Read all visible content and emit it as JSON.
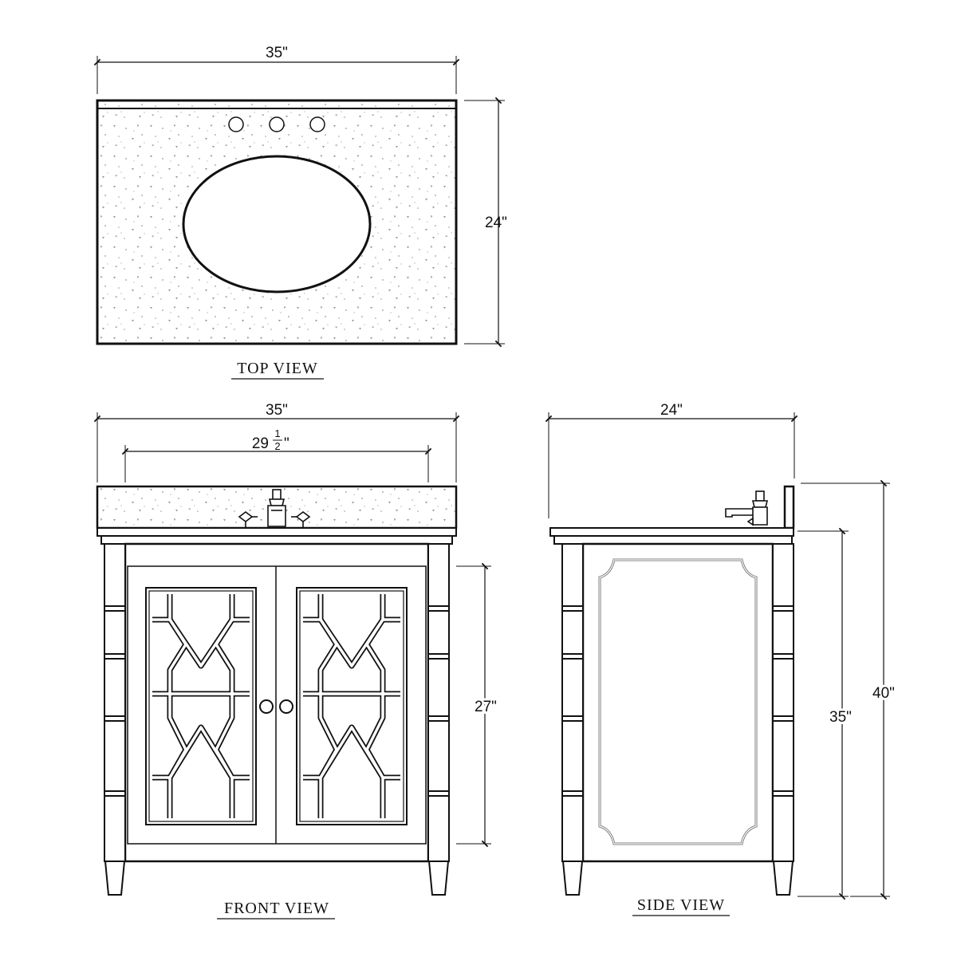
{
  "views": {
    "top": {
      "title": "TOP VIEW",
      "width": "35\"",
      "depth": "24\""
    },
    "front": {
      "title": "FRONT VIEW",
      "width": "35\"",
      "inner_width_whole": "29",
      "inner_width_num": "1",
      "inner_width_den": "2",
      "inch_mark": "\"",
      "door_height": "27\""
    },
    "side": {
      "title": "SIDE VIEW",
      "depth": "24\"",
      "cabinet_height": "35\"",
      "total_height": "40\""
    }
  }
}
